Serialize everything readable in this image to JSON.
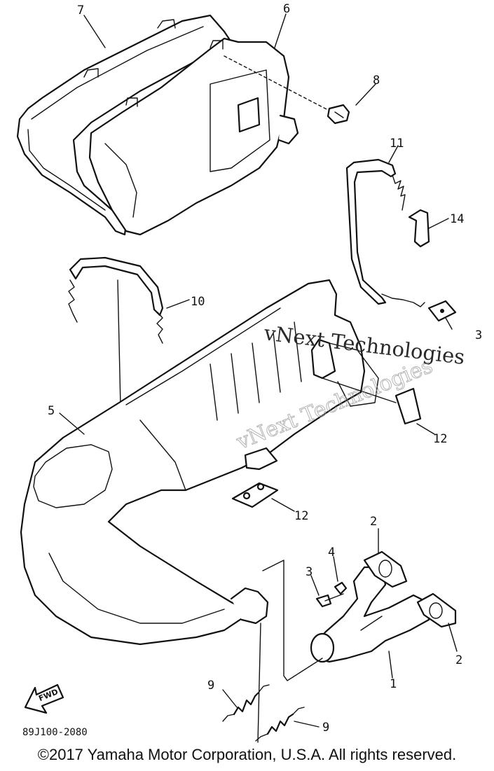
{
  "diagram": {
    "callouts": {
      "c1": "1",
      "c2a": "2",
      "c2b": "2",
      "c3a": "3",
      "c3b": "3",
      "c4": "4",
      "c5": "5",
      "c6": "6",
      "c7": "7",
      "c8": "8",
      "c9a": "9",
      "c9b": "9",
      "c10": "10",
      "c11": "11",
      "c12a": "12",
      "c12b": "12",
      "c14": "14"
    },
    "fwd_label": "FWD",
    "drawing_code": "89J100-2080"
  },
  "watermark": {
    "line1": "vNext Technologies",
    "line2": "vNext Technologies"
  },
  "copyright": "©2017 Yamaha Motor Corporation, U.S.A. All rights reserved."
}
